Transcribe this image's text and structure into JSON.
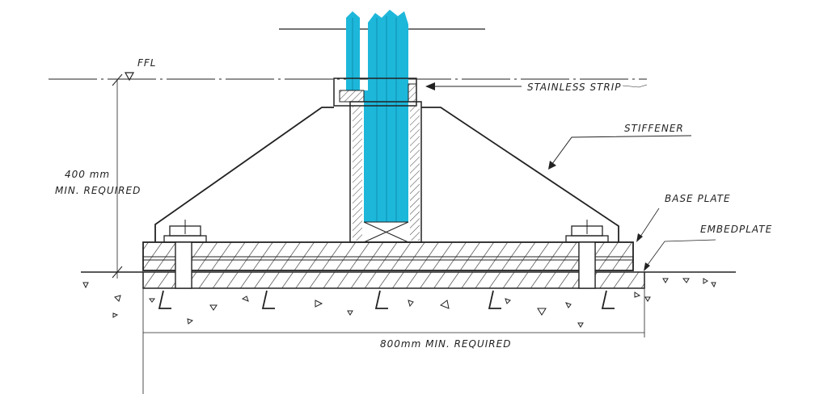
{
  "labels": {
    "ffl": "FFL",
    "stainless_strip": "STAINLESS STRIP",
    "stiffener": "STIFFENER",
    "base_plate": "BASE PLATE",
    "embed_plate": "EMBEDPLATE",
    "height_value": "400 mm",
    "height_note": "MIN. REQUIRED",
    "width_dimension": "800mm MIN. REQUIRED"
  },
  "colors": {
    "glass": "#1db7da",
    "ink": "#222222"
  }
}
